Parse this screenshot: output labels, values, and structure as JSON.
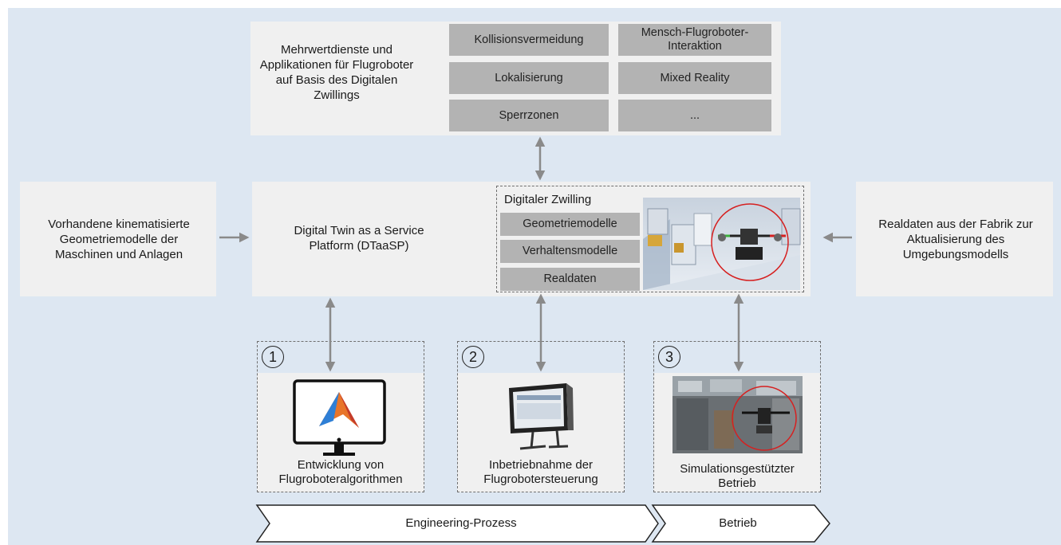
{
  "services": {
    "description": "Mehrwertdienste und Applikationen für Flugroboter auf Basis des Digitalen Zwillings",
    "items": [
      "Kollisionsvermeidung",
      "Mensch-Flugroboter-Interaktion",
      "Lokalisierung",
      "Mixed Reality",
      "Sperrzonen",
      "..."
    ]
  },
  "left_input": "Vorhandene kinematisierte Geometriemodelle der Maschinen und Anlagen",
  "platform": "Digital Twin as a Service Platform (DTaaSP)",
  "digital_twin": {
    "title": "Digitaler Zwilling",
    "items": [
      "Geometriemodelle",
      "Verhaltensmodelle",
      "Realdaten"
    ]
  },
  "right_input": "Realdaten aus der Fabrik zur Aktualisierung des Umgebungsmodells",
  "steps": [
    {
      "number": "1",
      "caption": "Entwicklung von Flugroboteralgorithmen"
    },
    {
      "number": "2",
      "caption": "Inbetriebnahme der Flugrobotersteuerung"
    },
    {
      "number": "3",
      "caption": "Simulationsgestützter Betrieb"
    }
  ],
  "phases": [
    "Engineering-Prozess",
    "Betrieb"
  ],
  "colors": {
    "background": "#dde7f2",
    "box": "#f0f0f0",
    "button": "#b3b3b3",
    "arrow": "#8a8a8a",
    "highlight": "#d62020"
  }
}
